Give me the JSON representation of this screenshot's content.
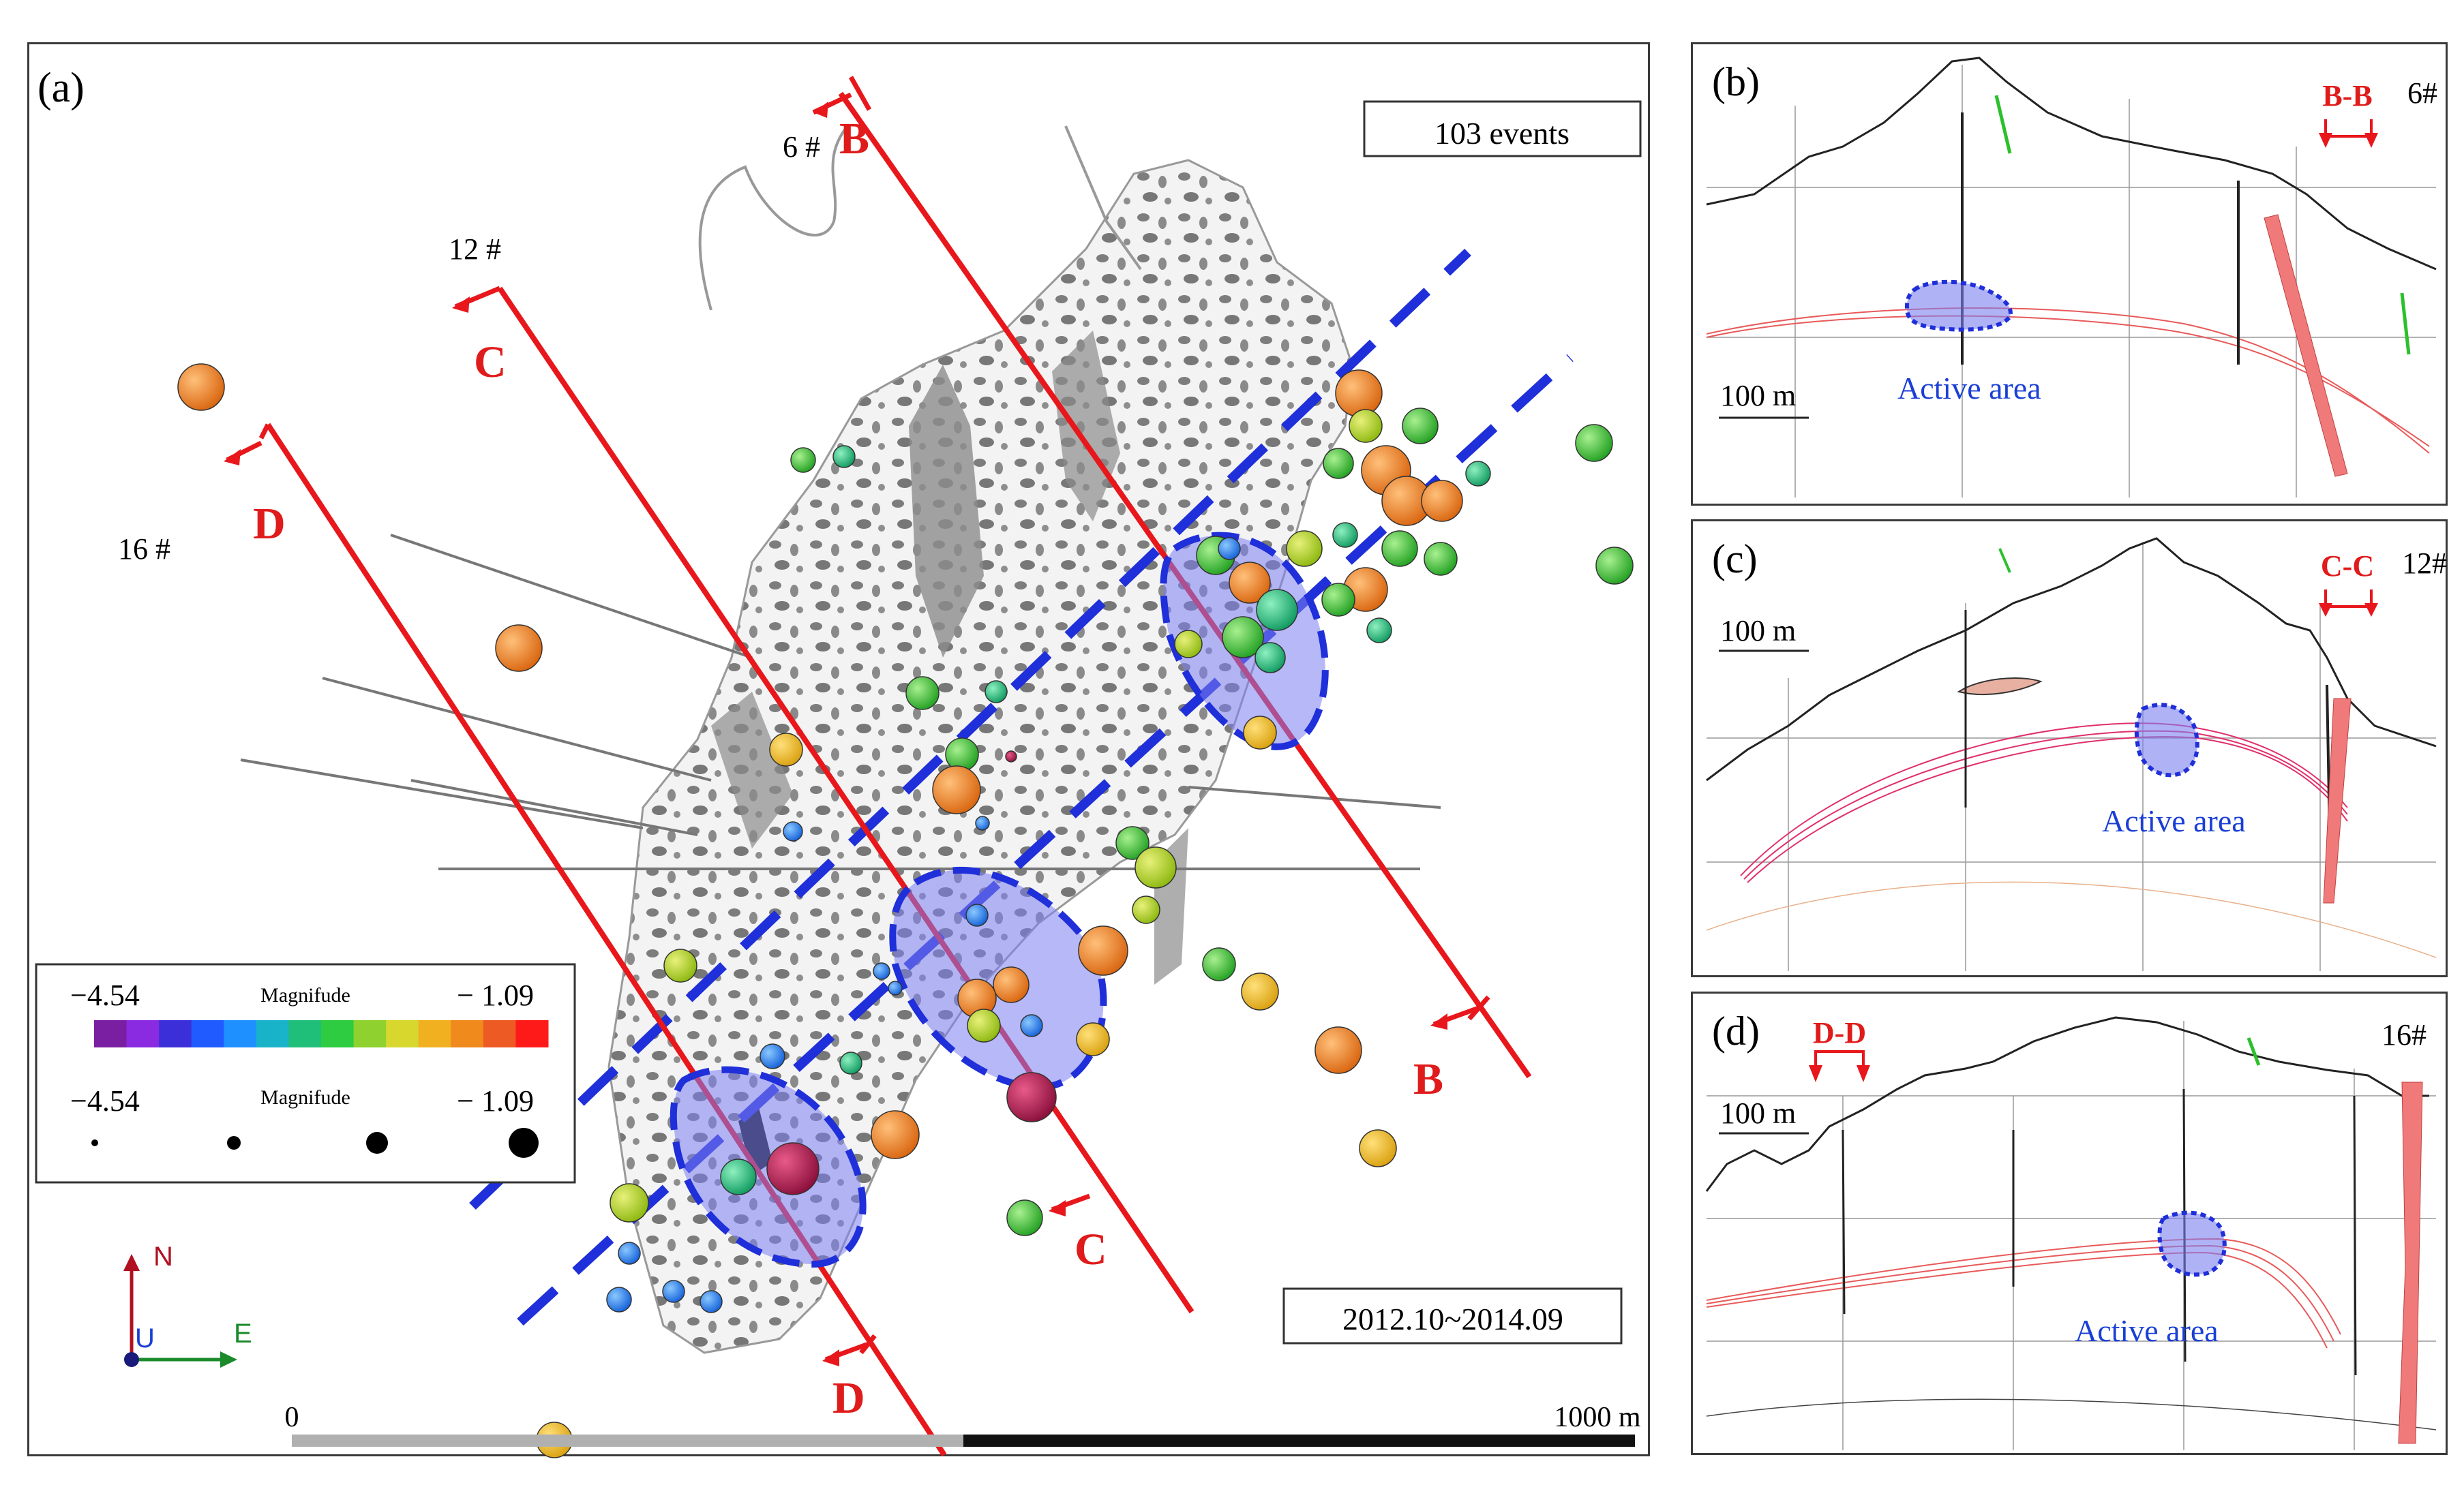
{
  "panel_a": {
    "label": "(a)",
    "event_count": "103 events",
    "period": "2012.10~2014.09",
    "profile_labels": {
      "six": "6 #",
      "twelve": "12 #",
      "sixteen": "16 #"
    },
    "section_letters": {
      "b": "B",
      "c": "C",
      "d": "D"
    },
    "legend": {
      "color_title": "Magnifude",
      "size_title": "Magnifude",
      "min": "−4.54",
      "max": "− 1.09",
      "size_min": "−4.54",
      "size_max": "− 1.09",
      "colormap": [
        "#7a1fa2",
        "#8a2be2",
        "#3b2fd9",
        "#1f5bff",
        "#1e90ff",
        "#19b3c9",
        "#1fbf7a",
        "#2ecc40",
        "#8fd12f",
        "#d7d72e",
        "#f0b020",
        "#f08a1c",
        "#ee5a24",
        "#ff1a1a"
      ]
    },
    "scale": {
      "zero": "0",
      "length": "1000 m"
    },
    "compass": {
      "north": "N",
      "east": "E",
      "up": "U"
    }
  },
  "panel_b": {
    "label": "(b)",
    "section": "B-B",
    "profile": "6#",
    "scale": "100 m",
    "active": "Active area"
  },
  "panel_c": {
    "label": "(c)",
    "section": "C-C",
    "profile": "12#",
    "scale": "100 m",
    "active": "Active area"
  },
  "panel_d": {
    "label": "(d)",
    "section": "D-D",
    "profile": "16#",
    "scale": "100 m",
    "active": "Active area"
  },
  "colors": {
    "section_red": "#e8171b",
    "active_blue": "#1f2fd9",
    "active_fill": "#7c7ef0"
  }
}
